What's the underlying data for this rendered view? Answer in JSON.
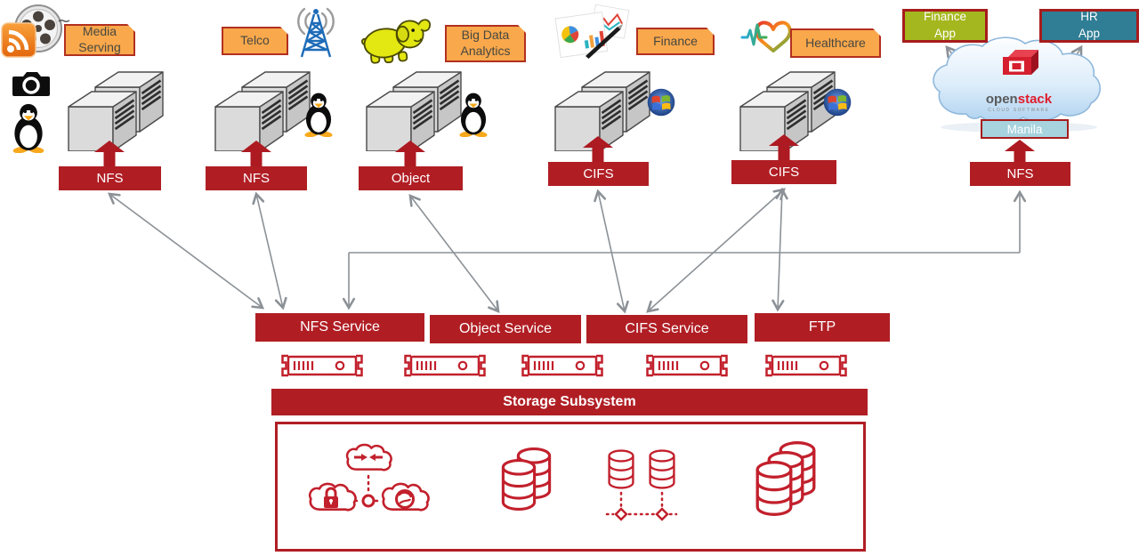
{
  "workloads": [
    {
      "label": "Media Serving",
      "lines": [
        "Media",
        "Serving"
      ],
      "protocol": "NFS"
    },
    {
      "label": "Telco",
      "protocol": "NFS"
    },
    {
      "label": "Big Data Analytics",
      "lines": [
        "Big Data",
        "Analytics"
      ],
      "protocol": "Object"
    },
    {
      "label": "Finance",
      "protocol": "CIFS"
    },
    {
      "label": "Healthcare",
      "protocol": "CIFS"
    }
  ],
  "openstack": {
    "logo": {
      "open": "open",
      "stack": "stack",
      "tagline": "CLOUD SOFTWARE"
    },
    "manila": "Manila",
    "protocol": "NFS",
    "apps": [
      {
        "label": "Finance App",
        "lines": [
          "Finance",
          "App"
        ],
        "color": "#A4B71E"
      },
      {
        "label": "HR App",
        "lines": [
          "HR",
          "App"
        ],
        "color": "#2F7E95"
      }
    ]
  },
  "services": [
    "NFS Service",
    "Object Service",
    "CIFS Service",
    "FTP"
  ],
  "storage": {
    "label": "Storage Subsystem"
  },
  "icons": {
    "media": [
      "film-reel-icon",
      "rss-icon",
      "camera-icon",
      "linux-tux-icon"
    ],
    "telco": [
      "radio-tower-icon",
      "linux-tux-icon"
    ],
    "big_data": [
      "hadoop-elephant-icon",
      "linux-tux-icon"
    ],
    "finance": [
      "charts-photo-icon",
      "windows-logo-icon"
    ],
    "healthcare": [
      "heart-pulse-icon",
      "windows-logo-icon"
    ],
    "openstack": [
      "cloud-icon",
      "openstack-logo-icon"
    ],
    "services_row": [
      "rack-appliance-icon"
    ],
    "storage_box": [
      "hybrid-cloud-sync-icon",
      "database-stack-icon",
      "sharded-database-icon",
      "database-cluster-icon"
    ]
  },
  "colors": {
    "bar_red": "#B01E24",
    "block_arrow_red": "#AD1A21",
    "storage_icon_red": "#C2202C",
    "label_orange": "#F9A84B",
    "label_border": "#B2301F",
    "finance_app_green": "#A4B71E",
    "hr_app_teal": "#2F7E95",
    "manila_blue": "#A7D3DE",
    "connector_gray": "#8B9196"
  }
}
